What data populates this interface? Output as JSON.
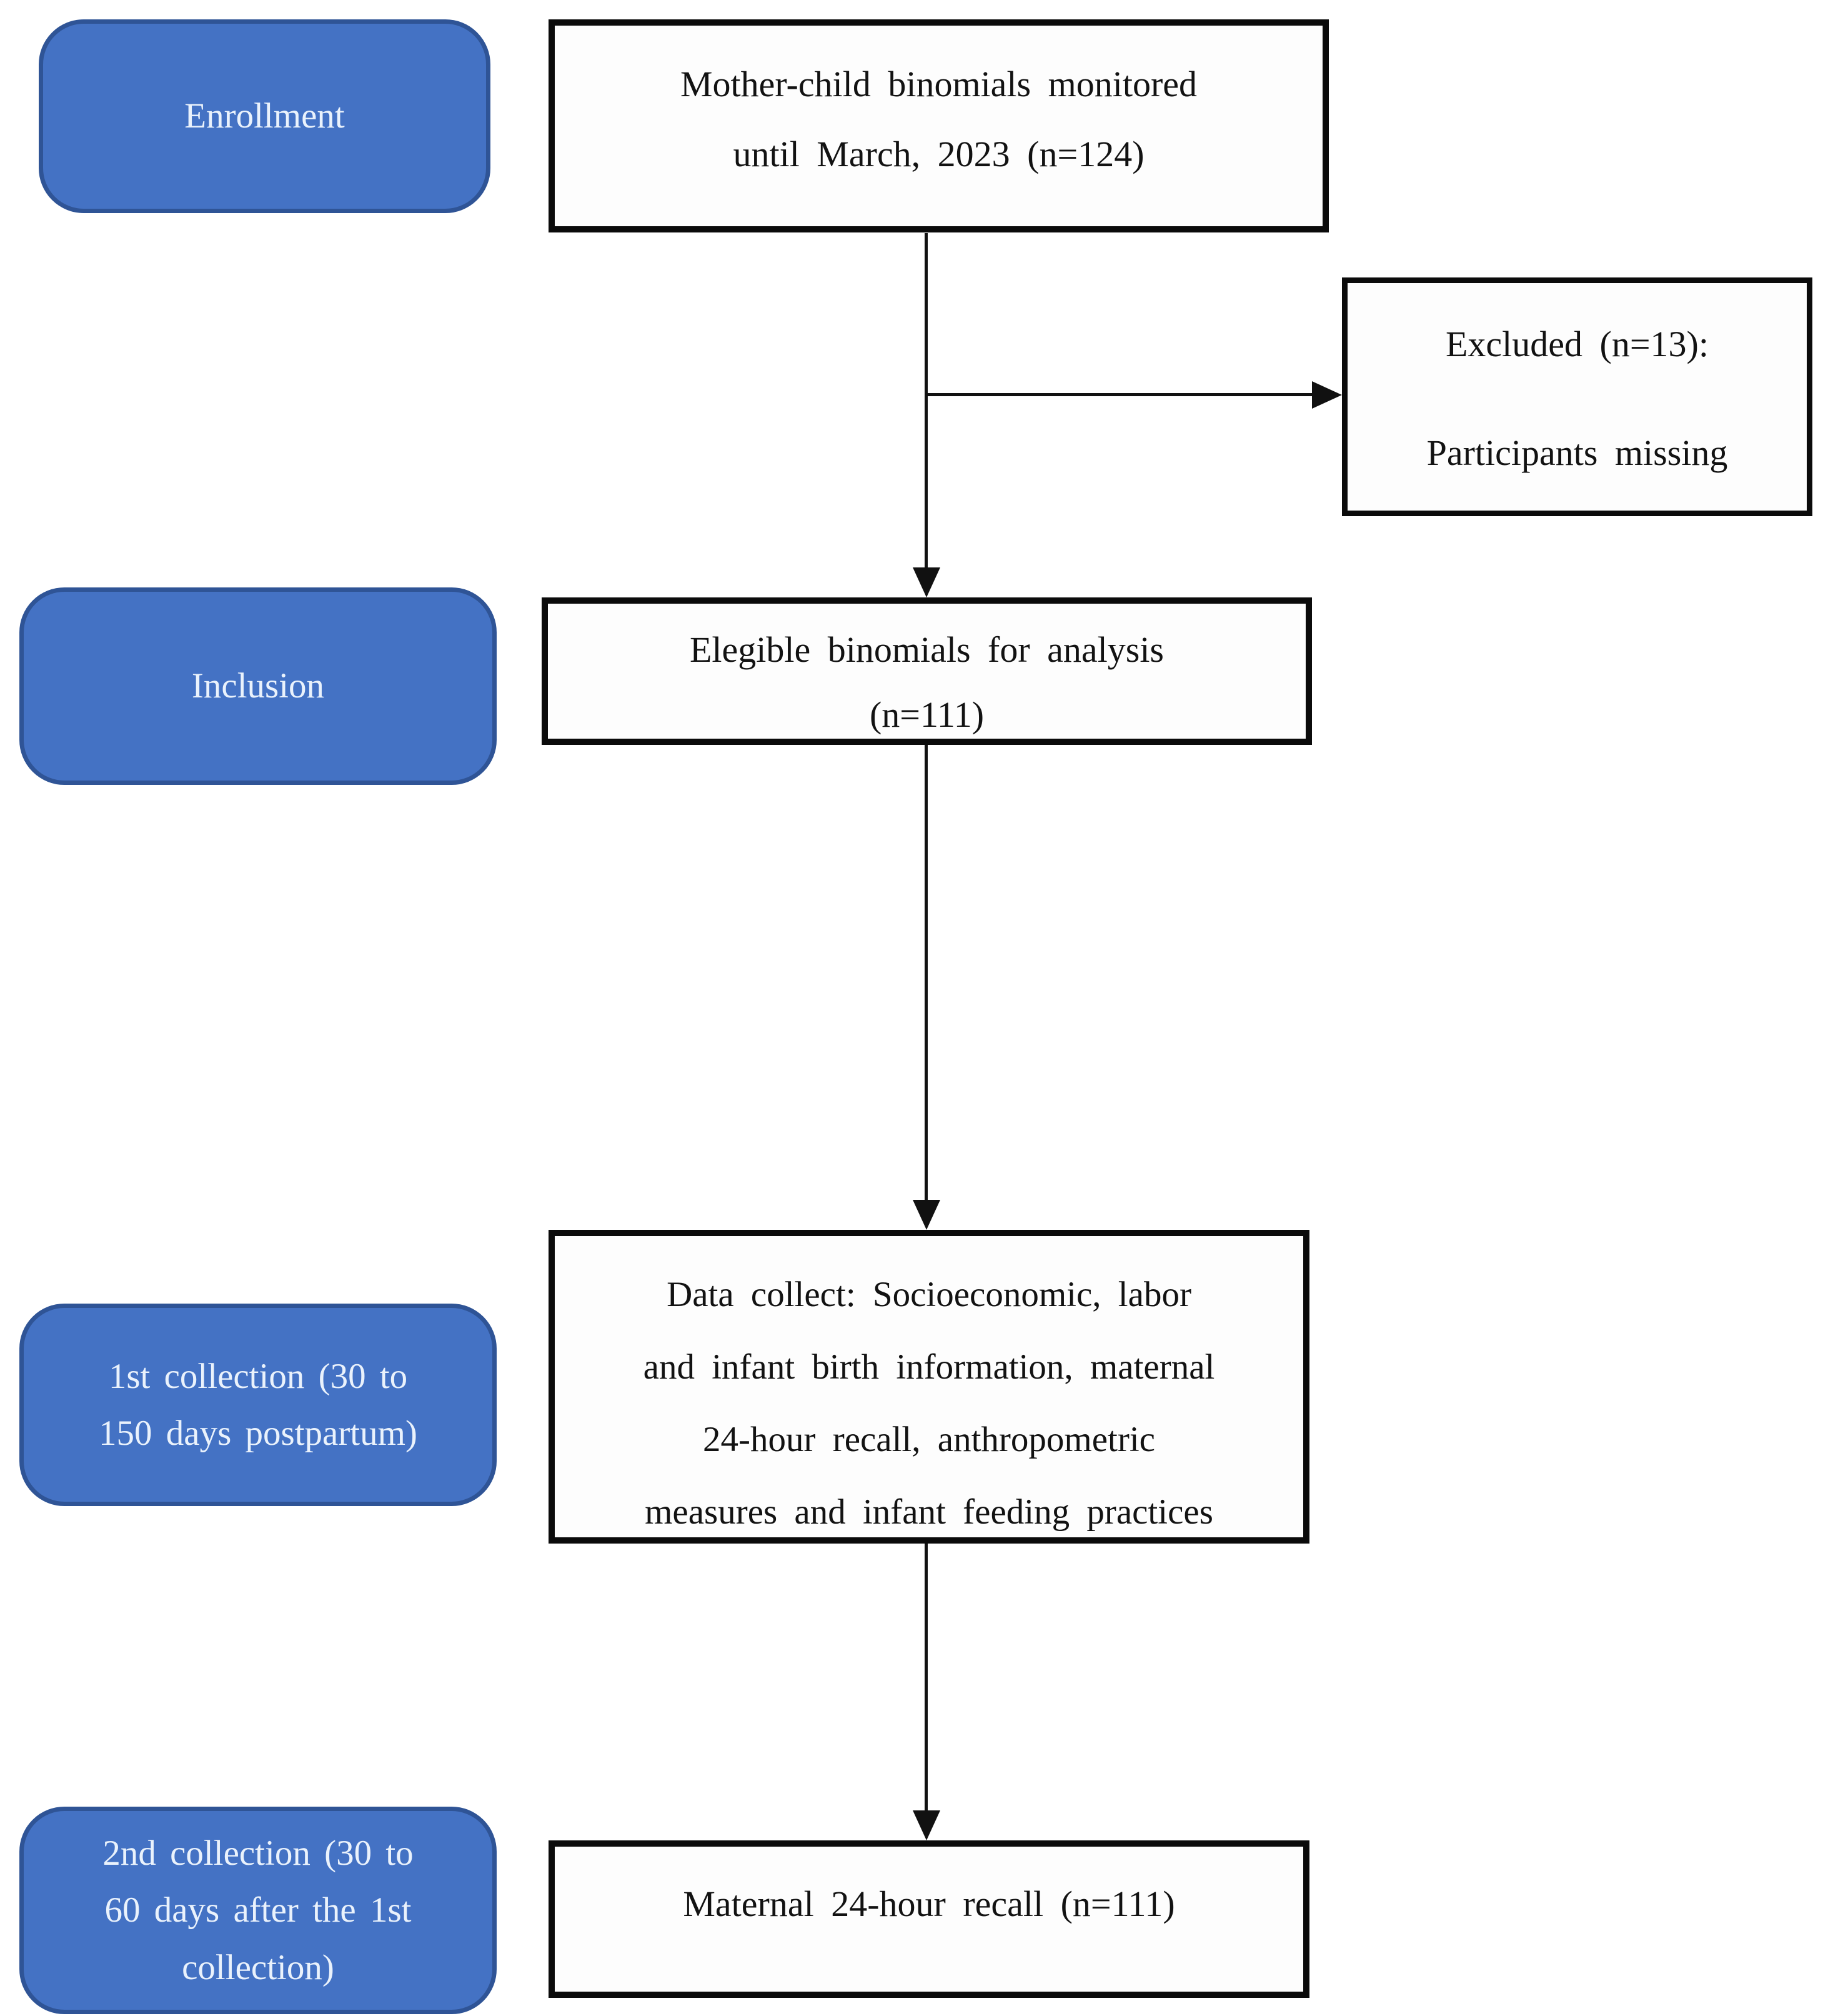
{
  "stages": {
    "enrollment": {
      "label": "Enrollment"
    },
    "inclusion": {
      "label": "Inclusion"
    },
    "collection1": {
      "line1": "1st collection  (30 to",
      "line2": "150 days postpartum)"
    },
    "collection2": {
      "line1": "2nd collection  (30 to",
      "line2": "60 days after  the 1st",
      "line3": "collection)"
    }
  },
  "nodes": {
    "monitored": {
      "line1": "Mother-child  binomials  monitored",
      "line2": "until  March,  2023 (n=124)"
    },
    "excluded": {
      "line1": "Excluded  (n=13):",
      "line2": "Participants  missing"
    },
    "eligible": {
      "line1": "Elegible  binomials  for analysis",
      "line2": "(n=111)"
    },
    "collect": {
      "line1": "Data collect:  Socioeconomic,  labor",
      "line2": "and infant  birth  information,  maternal",
      "line3": "24-hour  recall,  anthropometric",
      "line4": "measures  and infant  feeding  practices"
    },
    "recall": {
      "line1": "Maternal  24-hour  recall  (n=111)"
    }
  },
  "colors": {
    "stage_fill": "#4472C4",
    "stage_border": "#2F5496",
    "stage_text": "#EAF2FC",
    "node_fill": "#FDFDFD",
    "node_border": "#0B0B0B",
    "node_text": "#121212",
    "arrow": "#111111",
    "background": "#FFFFFF"
  }
}
